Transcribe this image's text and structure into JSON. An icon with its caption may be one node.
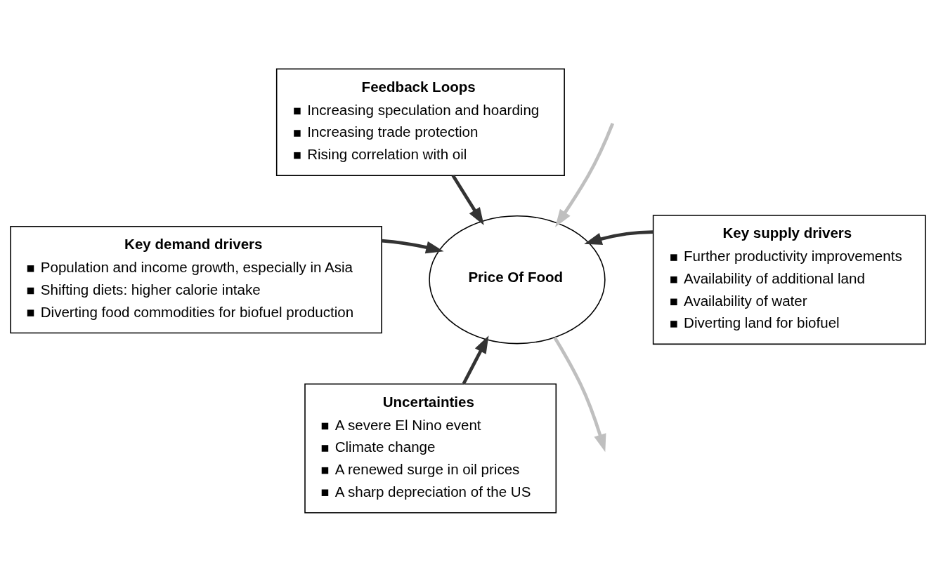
{
  "diagram": {
    "nodes": [
      {
        "text": [
          "Feedback Loops",
          "Increasing speculation and hoarding",
          "Increasing trade protection",
          "Rising correlation with oil"
        ]
      },
      {
        "text": [
          "Key demand drivers",
          "Population and income growth, especially in Asia",
          "Shifting diets: higher calorie intake",
          "Diverting food commodities for biofuel production"
        ]
      },
      {
        "text": [
          "Price Of Food"
        ]
      },
      {
        "text": [
          "Key supply drivers",
          "Further productivity improvements",
          "Availability of additional land",
          "Availability of water",
          "Diverting land for biofuel"
        ]
      },
      {
        "text": [
          "Uncertainties",
          "A severe El Nino event",
          "Climate change",
          "A renewed surge in oil prices",
          "A sharp depreciation of the US"
        ]
      }
    ],
    "edges": [
      {
        "from": 0,
        "to": 2,
        "arrow": "to"
      },
      {
        "from": 1,
        "to": 2,
        "arrow": "to"
      },
      {
        "from": 3,
        "to": 2,
        "arrow": "to"
      },
      {
        "from": 4,
        "to": 2,
        "arrow": "to"
      },
      {
        "from": 2,
        "to": null,
        "arrow": "to",
        "color": "#bfbfbf"
      },
      {
        "from": null,
        "to": 2,
        "arrow": "to",
        "color": "#bfbfbf"
      }
    ]
  }
}
